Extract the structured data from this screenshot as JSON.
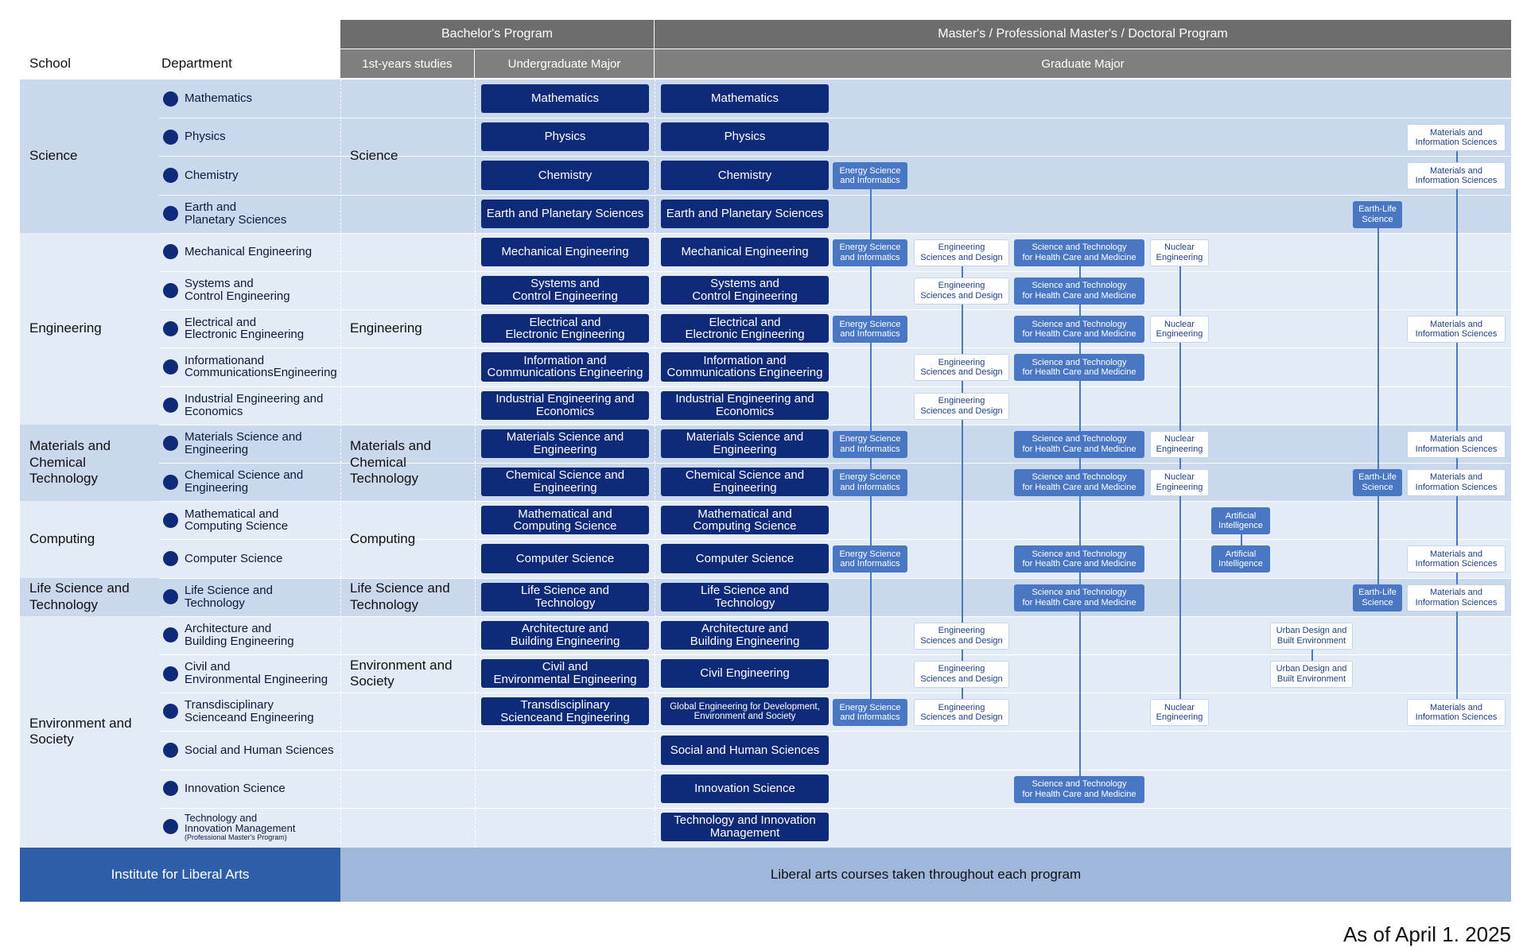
{
  "header": {
    "school_label": "School",
    "department_label": "Department",
    "bachelor_program": "Bachelor's Program",
    "graduate_program": "Master's / Professional Master's / Doctoral Program",
    "first_year": "1st-years studies",
    "undergraduate_major": "Undergraduate Major",
    "graduate_major": "Graduate Major"
  },
  "schools": [
    {
      "name": "Science",
      "first_year": "Science"
    },
    {
      "name": "Engineering",
      "first_year": "Engineering"
    },
    {
      "name": "Materials and\nChemical Technology",
      "first_year": "Materials and\nChemical Technology"
    },
    {
      "name": "Computing",
      "first_year": "Computing"
    },
    {
      "name": "Life Science and\nTechnology",
      "first_year": "Life Science and\nTechnology"
    },
    {
      "name": "Environment and\nSociety",
      "first_year": "Environment and\nSociety"
    }
  ],
  "rows": [
    {
      "dept": "Mathematics",
      "ug": "Mathematics",
      "grad": "Mathematics"
    },
    {
      "dept": "Physics",
      "ug": "Physics",
      "grad": "Physics"
    },
    {
      "dept": "Chemistry",
      "ug": "Chemistry",
      "grad": "Chemistry"
    },
    {
      "dept": "Earth and\nPlanetary Sciences",
      "ug": "Earth and Planetary Sciences",
      "grad": "Earth and Planetary Sciences"
    },
    {
      "dept": "Mechanical Engineering",
      "ug": "Mechanical Engineering",
      "grad": "Mechanical Engineering"
    },
    {
      "dept": "Systems and\nControl Engineering",
      "ug": "Systems and\nControl Engineering",
      "grad": "Systems and\nControl Engineering"
    },
    {
      "dept": "Electrical and\nElectronic Engineering",
      "ug": "Electrical and\nElectronic Engineering",
      "grad": "Electrical and\nElectronic Engineering"
    },
    {
      "dept": "Informationand\nCommunicationsEngineering",
      "ug": "Information and\nCommunications Engineering",
      "grad": "Information and\nCommunications Engineering"
    },
    {
      "dept": "Industrial Engineering and\nEconomics",
      "ug": "Industrial Engineering and\nEconomics",
      "grad": "Industrial Engineering and\nEconomics"
    },
    {
      "dept": "Materials Science and\nEngineering",
      "ug": "Materials Science and\nEngineering",
      "grad": "Materials Science and\nEngineering"
    },
    {
      "dept": "Chemical Science and\nEngineering",
      "ug": "Chemical Science and\nEngineering",
      "grad": "Chemical Science and\nEngineering"
    },
    {
      "dept": "Mathematical and\nComputing Science",
      "ug": "Mathematical and\nComputing Science",
      "grad": "Mathematical and\nComputing Science"
    },
    {
      "dept": "Computer Science",
      "ug": "Computer Science",
      "grad": "Computer Science"
    },
    {
      "dept": "Life Science and\nTechnology",
      "ug": "Life Science and\nTechnology",
      "grad": "Life Science and\nTechnology"
    },
    {
      "dept": "Architecture and\nBuilding Engineering",
      "ug": "Architecture and\nBuilding Engineering",
      "grad": "Architecture and\nBuilding Engineering"
    },
    {
      "dept": "Civil and\nEnvironmental Engineering",
      "ug": "Civil and\nEnvironmental Engineering",
      "grad": "Civil Engineering"
    },
    {
      "dept": "Transdisciplinary\nScienceand Engineering",
      "ug": "Transdisciplinary\nScienceand Engineering",
      "grad": "Global Engineering for Development,\nEnvironment and Society"
    },
    {
      "dept": "Social and Human Sciences",
      "ug": "",
      "grad": "Social and Human Sciences"
    },
    {
      "dept": "Innovation Science",
      "ug": "",
      "grad": "Innovation Science"
    },
    {
      "dept": "Technology and\nInnovation Management",
      "dept_note": "(Professional Master's Program)",
      "ug": "",
      "grad": "Technology and Innovation\nManagement"
    }
  ],
  "tags": {
    "energy": "Energy Science\nand Informatics",
    "esd": "Engineering\nSciences and Design",
    "health": "Science and Technology\nfor Health Care and Medicine",
    "nuclear": "Nuclear\nEngineering",
    "ai": "Artificial\nIntelligence",
    "urban": "Urban Design and\nBuilt Environment",
    "earthlife": "Earth-Life\nScience",
    "materials": "Materials and\nInformation Sciences"
  },
  "footer": {
    "liberal_arts_institute": "Institute for Liberal Arts",
    "liberal_arts_note": "Liberal arts courses taken throughout each program",
    "as_of": "As of April 1. 2025"
  },
  "colors": {
    "major": "#0f2a78",
    "tag_fill": "#4a77c3",
    "band_a": "#c9d8ec",
    "band_b": "#e3ebf6",
    "header_dark": "#6d6d6d",
    "liberal_left": "#2f5ea8",
    "liberal_right": "#9fb7db"
  }
}
